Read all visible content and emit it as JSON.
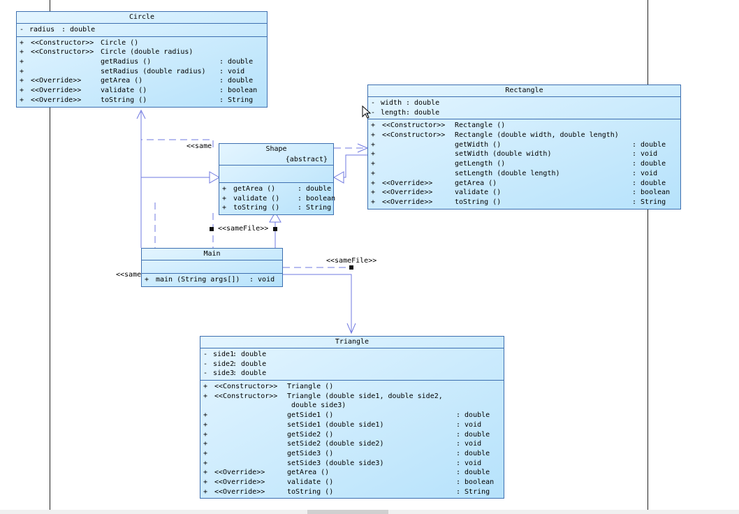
{
  "labels": {
    "samefile": "<<sameFile>>",
    "same_cut1": "<<same",
    "same_cut2": "<<same"
  },
  "classes": {
    "circle": {
      "name": "Circle",
      "attrs": [
        {
          "v": "-",
          "n": "radius",
          "t": ": double"
        }
      ],
      "ops": [
        {
          "v": "+",
          "s": "<<Constructor>>",
          "n": "Circle ()",
          "t": ""
        },
        {
          "v": "+",
          "s": "<<Constructor>>",
          "n": "Circle (double radius)",
          "t": ""
        },
        {
          "v": "+",
          "s": "",
          "n": "getRadius ()",
          "t": ": double"
        },
        {
          "v": "+",
          "s": "",
          "n": "setRadius (double radius)",
          "t": ": void"
        },
        {
          "v": "+",
          "s": "<<Override>>",
          "n": "getArea ()",
          "t": ": double"
        },
        {
          "v": "+",
          "s": "<<Override>>",
          "n": "validate ()",
          "t": ": boolean"
        },
        {
          "v": "+",
          "s": "<<Override>>",
          "n": "toString ()",
          "t": ": String"
        }
      ]
    },
    "rectangle": {
      "name": "Rectangle",
      "attrs": [
        {
          "v": "-",
          "n": "width",
          "t": ": double"
        },
        {
          "v": "-",
          "n": "length",
          "t": ": double"
        }
      ],
      "ops": [
        {
          "v": "+",
          "s": "<<Constructor>>",
          "n": "Rectangle ()",
          "t": ""
        },
        {
          "v": "+",
          "s": "<<Constructor>>",
          "n": "Rectangle (double width, double length)",
          "t": ""
        },
        {
          "v": "+",
          "s": "",
          "n": "getWidth ()",
          "t": ": double"
        },
        {
          "v": "+",
          "s": "",
          "n": "setWidth (double width)",
          "t": ": void"
        },
        {
          "v": "+",
          "s": "",
          "n": "getLength ()",
          "t": ": double"
        },
        {
          "v": "+",
          "s": "",
          "n": "setLength (double length)",
          "t": ": void"
        },
        {
          "v": "+",
          "s": "<<Override>>",
          "n": "getArea ()",
          "t": ": double"
        },
        {
          "v": "+",
          "s": "<<Override>>",
          "n": "validate ()",
          "t": ": boolean"
        },
        {
          "v": "+",
          "s": "<<Override>>",
          "n": "toString ()",
          "t": ": String"
        }
      ]
    },
    "shape": {
      "name": "Shape",
      "stereotype": "{abstract}",
      "attrs": [],
      "ops": [
        {
          "v": "+",
          "s": "",
          "n": "getArea ()",
          "t": ": double"
        },
        {
          "v": "+",
          "s": "",
          "n": "validate ()",
          "t": ": boolean"
        },
        {
          "v": "+",
          "s": "",
          "n": "toString ()",
          "t": ": String"
        }
      ]
    },
    "main": {
      "name": "Main",
      "attrs": [],
      "ops": [
        {
          "v": "+",
          "s": "",
          "n": "main (String args[])",
          "t": ": void"
        }
      ]
    },
    "triangle": {
      "name": "Triangle",
      "attrs": [
        {
          "v": "-",
          "n": "side1",
          "t": ": double"
        },
        {
          "v": "-",
          "n": "side2",
          "t": ": double"
        },
        {
          "v": "-",
          "n": "side3",
          "t": ": double"
        }
      ],
      "ops": [
        {
          "v": "+",
          "s": "<<Constructor>>",
          "n": "Triangle ()",
          "t": ""
        },
        {
          "v": "+",
          "s": "<<Constructor>>",
          "n": "Triangle (double side1, double side2,",
          "t": ""
        },
        {
          "v": "",
          "s": "",
          "n": " double side3)",
          "t": ""
        },
        {
          "v": "+",
          "s": "",
          "n": "getSide1 ()",
          "t": ": double"
        },
        {
          "v": "+",
          "s": "",
          "n": "setSide1 (double side1)",
          "t": ": void"
        },
        {
          "v": "+",
          "s": "",
          "n": "getSide2 ()",
          "t": ": double"
        },
        {
          "v": "+",
          "s": "",
          "n": "setSide2 (double side2)",
          "t": ": void"
        },
        {
          "v": "+",
          "s": "",
          "n": "getSide3 ()",
          "t": ": double"
        },
        {
          "v": "+",
          "s": "",
          "n": "setSide3 (double side3)",
          "t": ": void"
        },
        {
          "v": "+",
          "s": "<<Override>>",
          "n": "getArea ()",
          "t": ": double"
        },
        {
          "v": "+",
          "s": "<<Override>>",
          "n": "validate ()",
          "t": ": boolean"
        },
        {
          "v": "+",
          "s": "<<Override>>",
          "n": "toString ()",
          "t": ": String"
        }
      ]
    }
  }
}
